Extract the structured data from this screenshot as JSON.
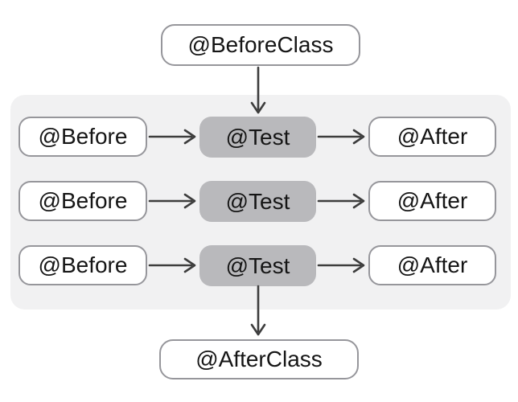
{
  "nodes": {
    "before_class": "@BeforeClass",
    "after_class": "@AfterClass"
  },
  "rows": [
    {
      "before": "@Before",
      "test": "@Test",
      "after": "@After"
    },
    {
      "before": "@Before",
      "test": "@Test",
      "after": "@After"
    },
    {
      "before": "@Before",
      "test": "@Test",
      "after": "@After"
    }
  ],
  "colors": {
    "panel_bg": "#f1f1f2",
    "node_bg": "#ffffff",
    "node_border": "#96969b",
    "test_bg": "#b9b9bc",
    "arrow": "#3d3d3d",
    "text": "#151515",
    "page_bg": "#ffffff"
  }
}
